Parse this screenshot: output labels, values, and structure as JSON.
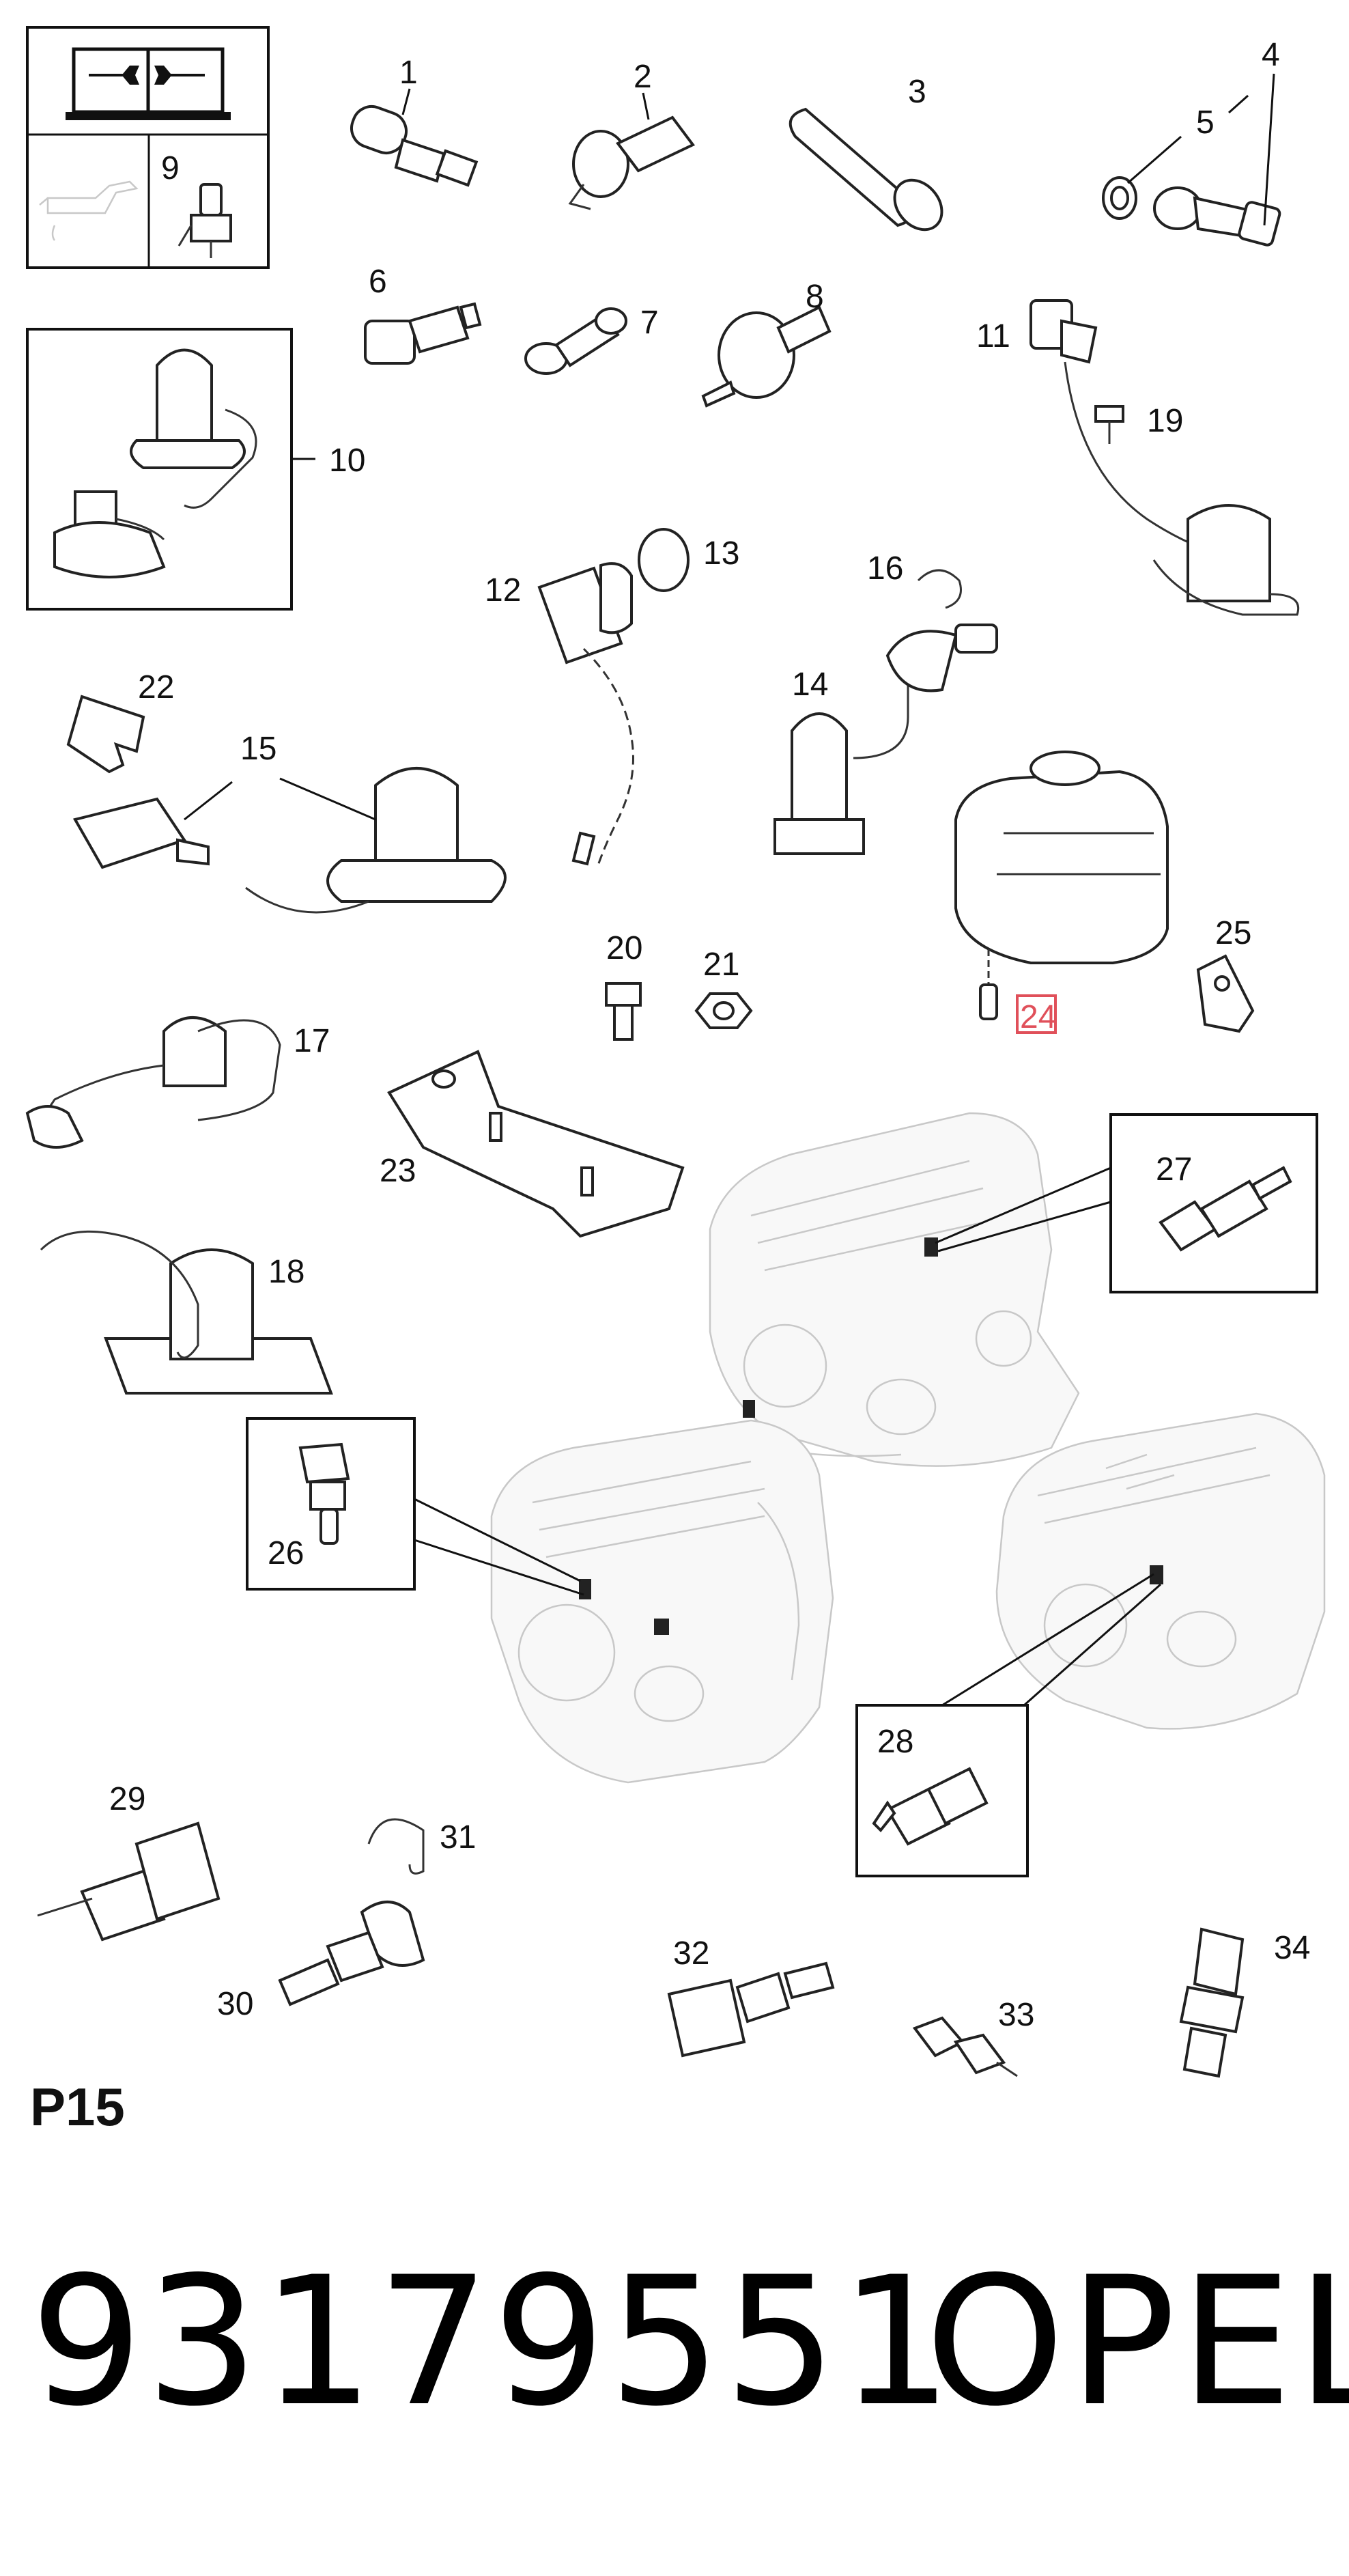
{
  "page_code": "P15",
  "part_number": "93179551",
  "brand": "OPEL",
  "highlighted_callout": "24",
  "highlight_color": "#e0505a",
  "callouts": {
    "c1": "1",
    "c2": "2",
    "c3": "3",
    "c4": "4",
    "c5": "5",
    "c6": "6",
    "c7": "7",
    "c8": "8",
    "c9": "9",
    "c10": "10",
    "c11": "11",
    "c12": "12",
    "c13": "13",
    "c14": "14",
    "c15": "15",
    "c16": "16",
    "c17": "17",
    "c18": "18",
    "c19": "19",
    "c20": "20",
    "c21": "21",
    "c22": "22",
    "c23": "23",
    "c24": "24",
    "c25": "25",
    "c26": "26",
    "c27": "27",
    "c28": "28",
    "c29": "29",
    "c30": "30",
    "c31": "31",
    "c32": "32",
    "c33": "33",
    "c34": "34"
  }
}
